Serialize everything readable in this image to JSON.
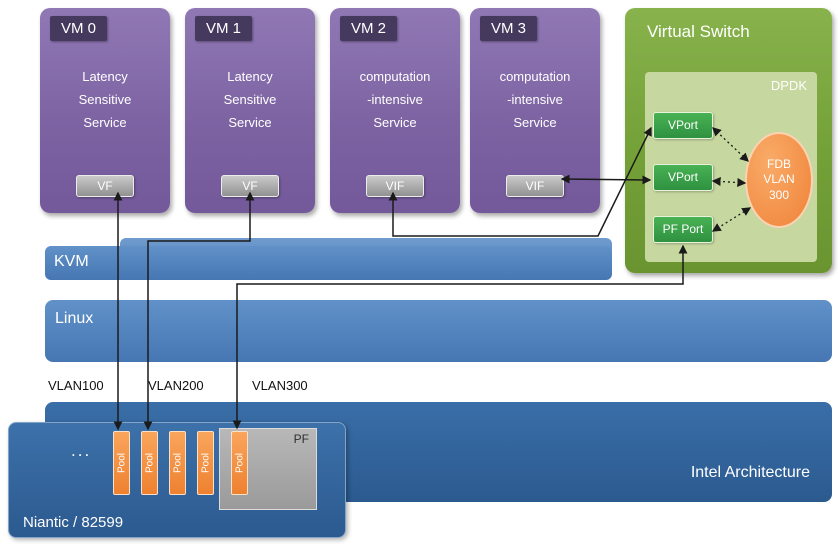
{
  "vms": [
    {
      "title": "VM 0",
      "service": "Latency\nSensitive\nService",
      "port": "VF"
    },
    {
      "title": "VM 1",
      "service": "Latency\nSensitive\nService",
      "port": "VF"
    },
    {
      "title": "VM 2",
      "service": "computation\n-intensive\nService",
      "port": "VIF"
    },
    {
      "title": "VM 3",
      "service": "computation\n-intensive\nService",
      "port": "VIF"
    }
  ],
  "virtual_switch": {
    "title": "Virtual Switch",
    "dpdk": "DPDK",
    "ports": [
      "VPort",
      "VPort",
      "PF Port"
    ],
    "fdb": "FDB\nVLAN\n300"
  },
  "layers": {
    "kvm": "KVM",
    "linux": "Linux",
    "intel": "Intel Architecture"
  },
  "vlans": [
    "VLAN100",
    "VLAN200",
    "VLAN300"
  ],
  "nic": {
    "title": "Niantic / 82599",
    "ellipsis": "...",
    "pool": "Pool",
    "pf": "PF"
  },
  "colors": {
    "vm_purple": "#8064a2",
    "vm_header": "#453a5e",
    "switch_green": "#74a038",
    "dpdk_green": "#c6d79f",
    "port_green": "#3aa845",
    "fdb_orange": "#f79646",
    "layer_blue": "#4f81bd",
    "intel_blue": "#31639c",
    "pool_orange": "#f79646",
    "pf_gray": "#a6a6a6"
  }
}
